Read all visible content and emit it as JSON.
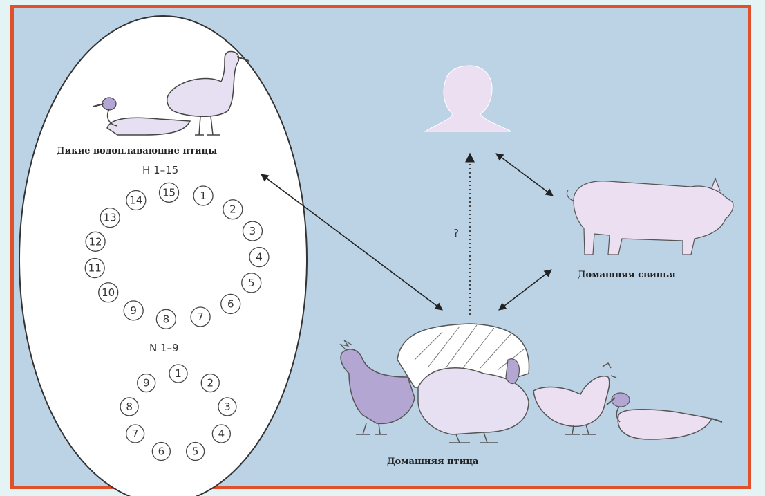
{
  "labels": {
    "wild_birds": "Дикие водоплавающие птицы",
    "h_title": "H 1–15",
    "n_title": "N 1–9",
    "domestic_pig": "Домашняя свинья",
    "domestic_bird": "Домашняя птица",
    "question": "?"
  },
  "h_numbers": [
    "15",
    "1",
    "2",
    "3",
    "4",
    "5",
    "6",
    "7",
    "8",
    "9",
    "10",
    "11",
    "12",
    "13",
    "14"
  ],
  "n_numbers": [
    "1",
    "2",
    "3",
    "4",
    "5",
    "6",
    "7",
    "8",
    "9"
  ],
  "colors": {
    "frame": "#e0502a",
    "background": "#bcd3e6",
    "animal_fill": "#e6e0f2",
    "animal_dark": "#b3a6d3"
  }
}
